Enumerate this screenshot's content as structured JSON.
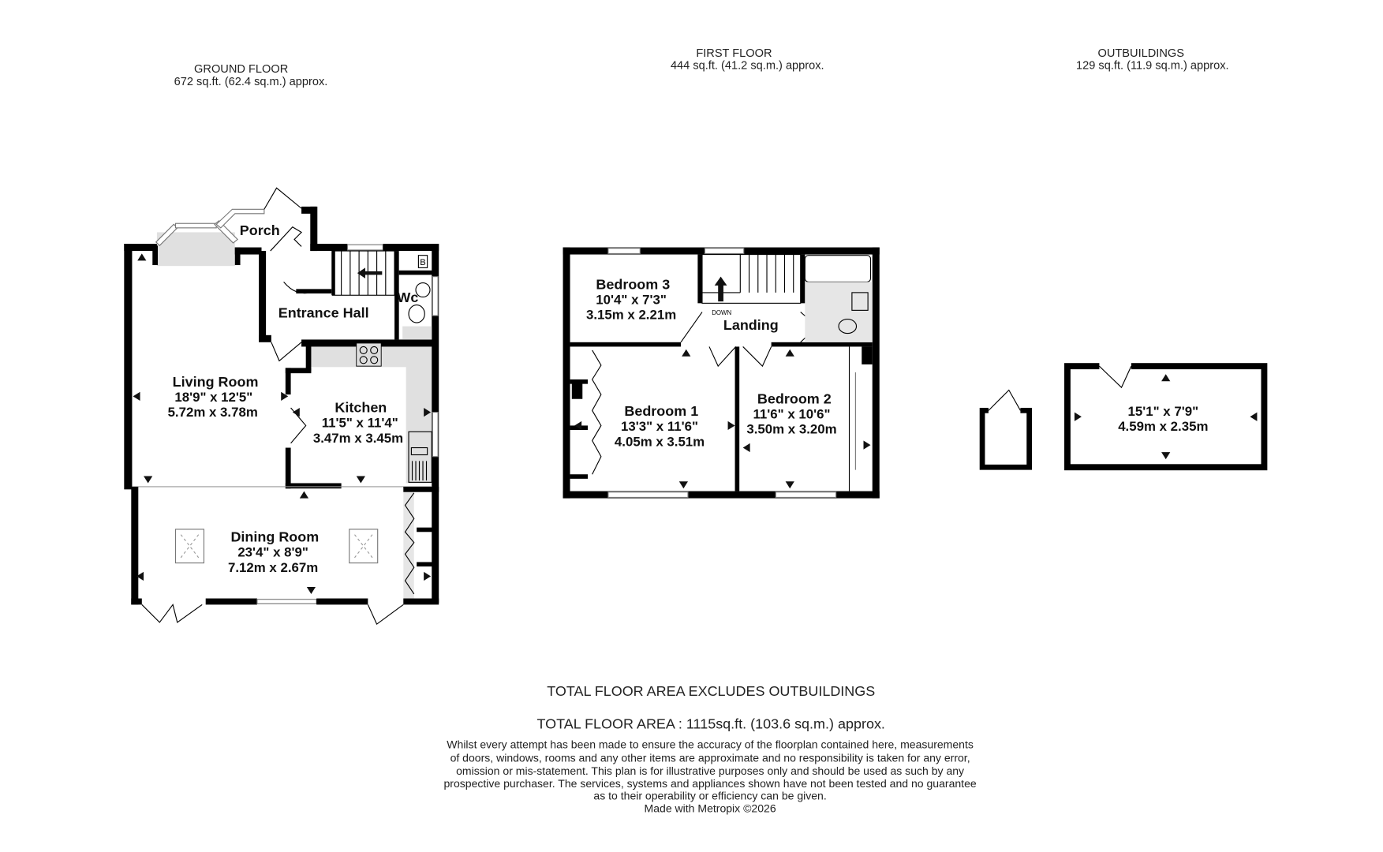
{
  "floors": {
    "ground": {
      "title": "GROUND FLOOR",
      "area": "672 sq.ft. (62.4 sq.m.) approx."
    },
    "first": {
      "title": "FIRST FLOOR",
      "area": "444 sq.ft. (41.2 sq.m.) approx."
    },
    "outbuildings": {
      "title": "OUTBUILDINGS",
      "area": "129 sq.ft. (11.9 sq.m.) approx."
    }
  },
  "rooms": {
    "porch": {
      "name": "Porch"
    },
    "entrance_hall": {
      "name": "Entrance Hall"
    },
    "wc": {
      "name": "Wc"
    },
    "boiler": {
      "name": "B"
    },
    "living_room": {
      "name": "Living Room",
      "imperial": "18'9\"  x 12'5\"",
      "metric": "5.72m  x 3.78m"
    },
    "kitchen": {
      "name": "Kitchen",
      "imperial": "11'5\"  x 11'4\"",
      "metric": "3.47m  x 3.45m"
    },
    "dining_room": {
      "name": "Dining Room",
      "imperial": "23'4\"  x 8'9\"",
      "metric": "7.12m  x 2.67m"
    },
    "bedroom3": {
      "name": "Bedroom 3",
      "imperial": "10'4\"  x 7'3\"",
      "metric": "3.15m  x 2.21m"
    },
    "landing": {
      "name": "Landing",
      "stairs": "DOWN"
    },
    "bedroom1": {
      "name": "Bedroom 1",
      "imperial": "13'3\"  x 11'6\"",
      "metric": "4.05m  x 3.51m"
    },
    "bedroom2": {
      "name": "Bedroom 2",
      "imperial": "11'6\"  x 10'6\"",
      "metric": "3.50m  x 3.20m"
    },
    "outbuilding": {
      "imperial": "15'1\"  x 7'9\"",
      "metric": "4.59m  x 2.35m"
    }
  },
  "footer": {
    "note": "TOTAL FLOOR AREA EXCLUDES OUTBUILDINGS",
    "total": "TOTAL FLOOR AREA : 1115sq.ft. (103.6 sq.m.) approx.",
    "disclaimer": [
      "Whilst every attempt has been made to ensure the accuracy of the floorplan contained here, measurements",
      "of doors, windows, rooms and any other items are approximate and no responsibility is taken for any error,",
      "omission or mis-statement. This plan is for illustrative purposes only and should be used as such by any",
      "prospective purchaser. The services, systems and appliances shown have not been tested and no guarantee",
      "as to their operability or efficiency can be given."
    ],
    "credit": "Made with Metropix ©2026"
  },
  "colors": {
    "wall": "#000000",
    "fitting_fill": "#e0e0e0"
  }
}
